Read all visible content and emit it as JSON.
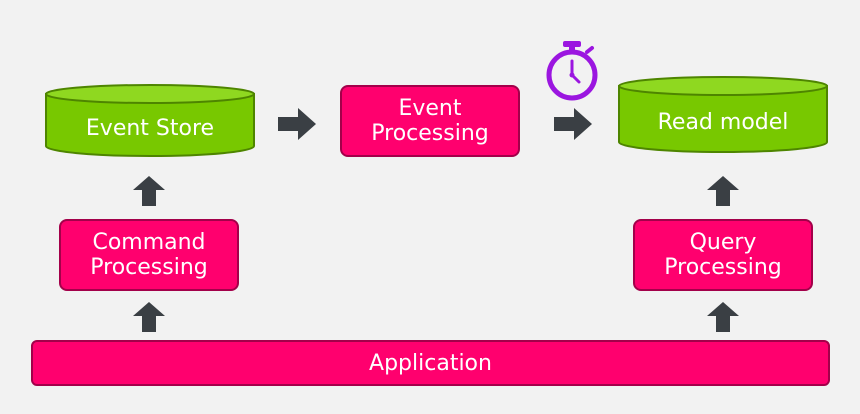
{
  "colors": {
    "background": "#f2f2f2",
    "process_fill": "#ff006e",
    "process_border": "#a3004a",
    "store_fill": "#78c800",
    "store_top": "#8fd820",
    "store_border": "#4e8500",
    "arrow": "#3a3f44",
    "timer": "#9b16e0"
  },
  "nodes": {
    "event_store": "Event Store",
    "event_processing": "Event\nProcessing",
    "read_model": "Read model",
    "command_processing": "Command\nProcessing",
    "query_processing": "Query\nProcessing",
    "application": "Application"
  },
  "icons": {
    "timer": "stopwatch-icon",
    "arrow": "arrow-icon"
  }
}
